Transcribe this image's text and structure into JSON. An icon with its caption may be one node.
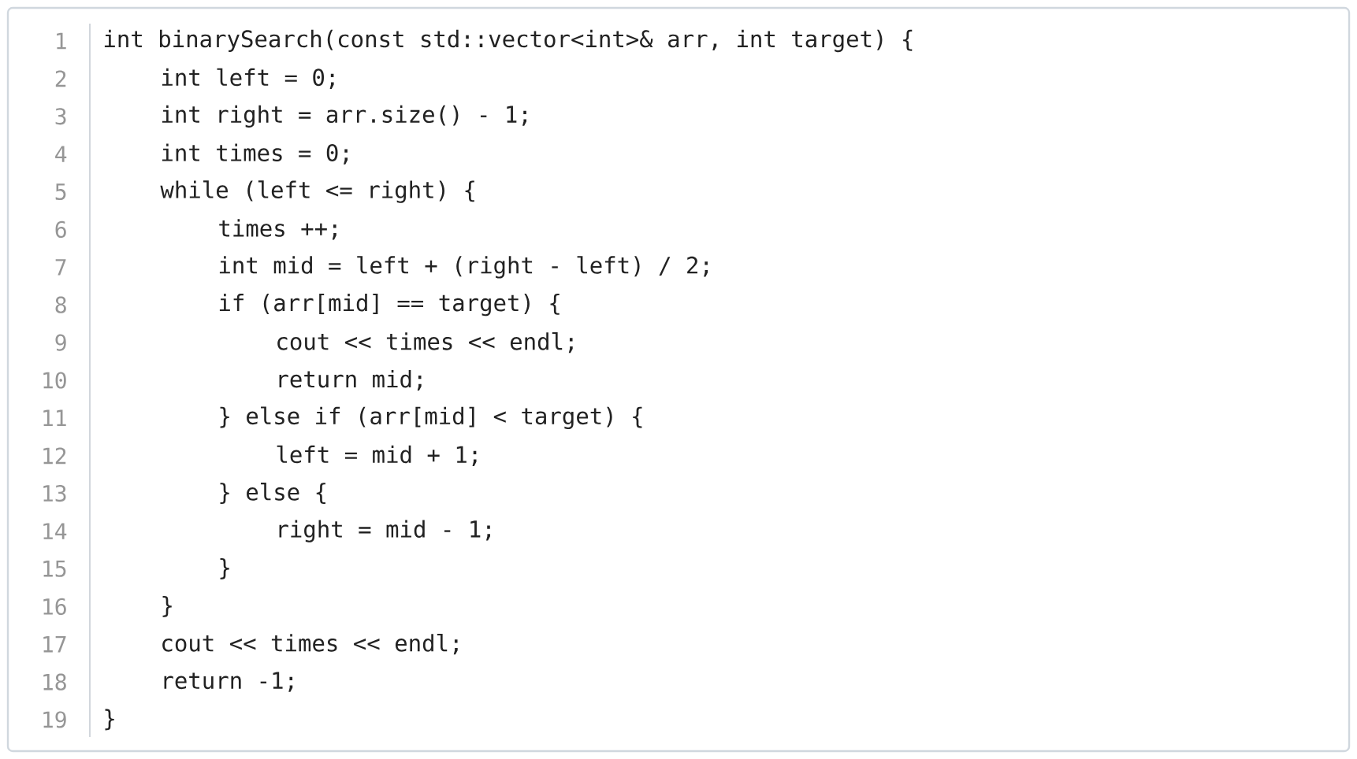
{
  "diagram": {
    "labels": [
      "1",
      "int binarySearch(const std::vector<int>& arr, int target) {",
      "2",
      "int left = 0;",
      "3",
      "int right = arr.size() - 1;",
      "4",
      "int times = 0;",
      "5",
      "while (left <= right) {",
      "6",
      "times ++;",
      "7",
      "int mid = left + (right - left) / 2;",
      "8",
      "if (arr[mid] == target) {",
      "9",
      "cout << times << endl;",
      "10",
      "return mid;",
      "11",
      "} else if (arr[mid] < target) {",
      "12",
      "left = mid + 1;",
      "13",
      "} else {",
      "14",
      "right = mid - 1;",
      "15",
      "}",
      "16",
      "}",
      "17",
      "cout << times << endl;",
      "18",
      "return -1;",
      "19",
      "}"
    ]
  }
}
